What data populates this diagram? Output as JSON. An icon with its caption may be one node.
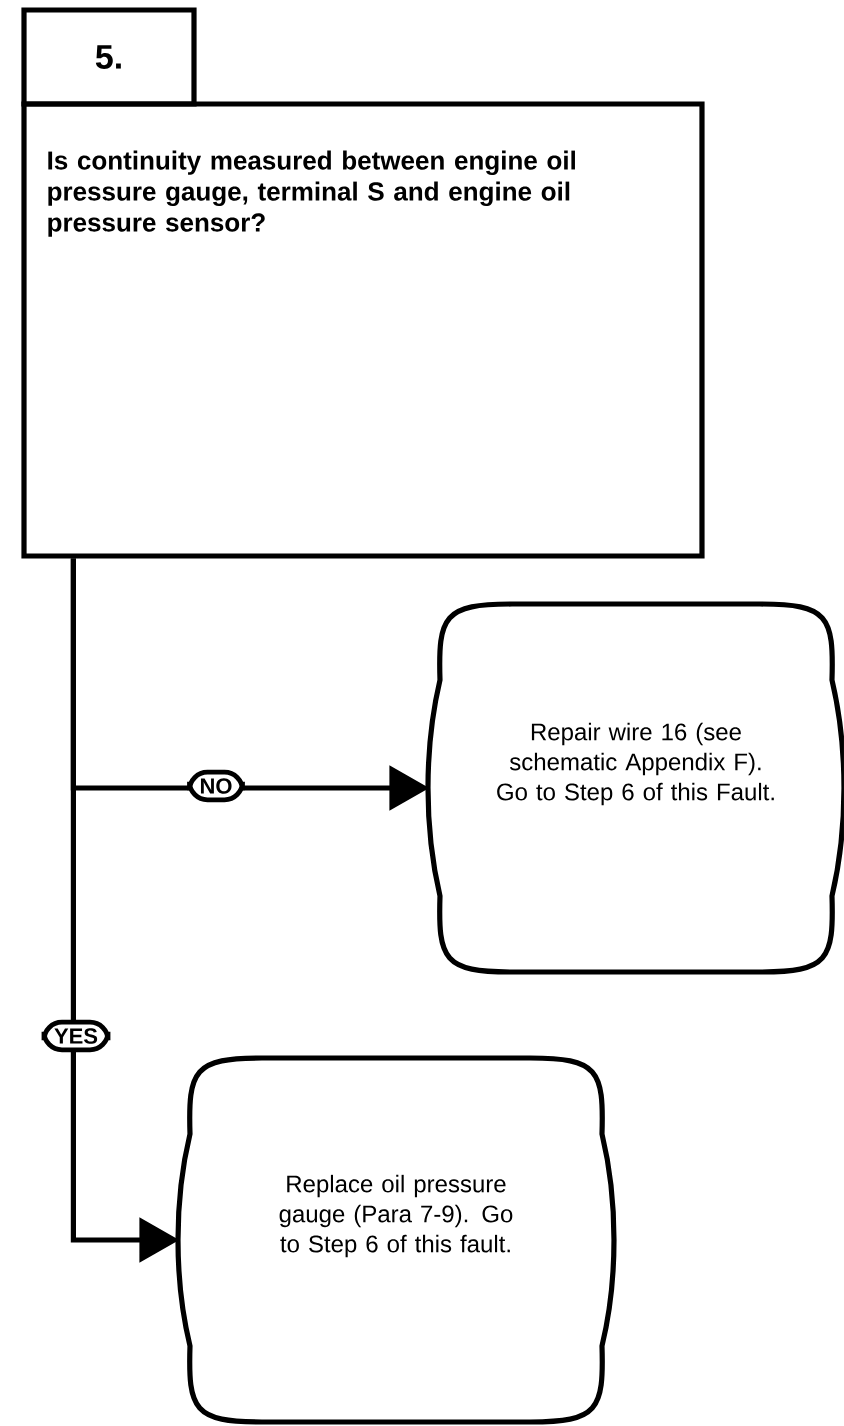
{
  "diagram": {
    "nodes": [
      {
        "text": [
          "5."
        ]
      },
      {
        "text": [
          "Is continuity measured between engine oil pressure gauge, terminal S and engine oil pressure sensor?"
        ]
      },
      {
        "text": [
          "Repair wire 16 (see schematic Appendix F).  Go to Step 6 of this Fault."
        ]
      },
      {
        "text": [
          "Replace oil pressure gauge (Para 7-9). Go to Step 6 of this fault."
        ]
      }
    ],
    "edges": [
      {
        "from": 1,
        "to": 2,
        "arrow": "to",
        "label": "NO"
      },
      {
        "from": 1,
        "to": 3,
        "arrow": "to",
        "label": "YES"
      }
    ]
  }
}
